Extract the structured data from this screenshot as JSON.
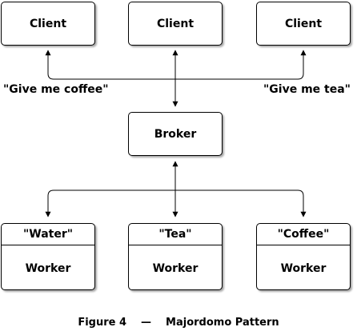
{
  "clients": [
    {
      "label": "Client"
    },
    {
      "label": "Client"
    },
    {
      "label": "Client"
    }
  ],
  "requests": {
    "left": "\"Give me coffee\"",
    "right": "\"Give me tea\""
  },
  "broker": {
    "label": "Broker"
  },
  "workers": [
    {
      "service": "\"Water\"",
      "role": "Worker"
    },
    {
      "service": "\"Tea\"",
      "role": "Worker"
    },
    {
      "service": "\"Coffee\"",
      "role": "Worker"
    }
  ],
  "caption": {
    "figure": "Figure 4",
    "dash": "—",
    "title": "Majordomo Pattern"
  }
}
